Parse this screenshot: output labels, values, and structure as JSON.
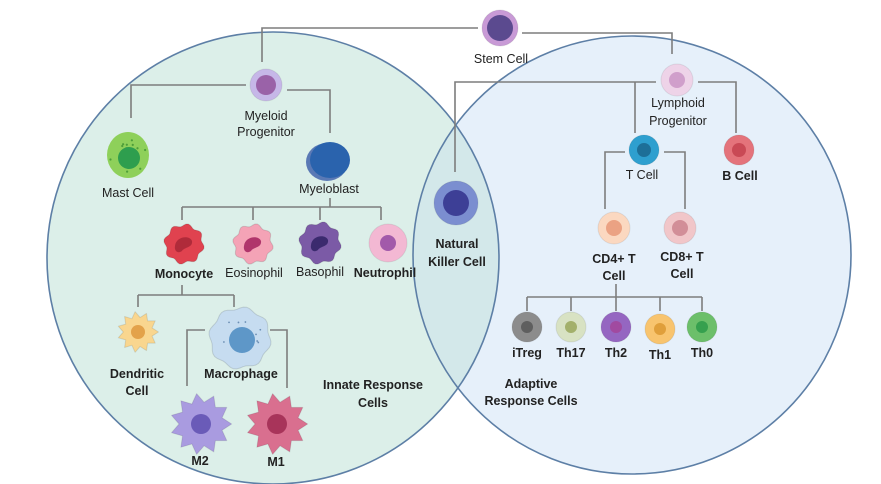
{
  "diagram": {
    "regions": {
      "innate": {
        "label_line1": "Innate Response",
        "label_line2": "Cells",
        "fill": "#dcefe9",
        "stroke": "#5d7fa6"
      },
      "adaptive": {
        "label_line1": "Adaptive",
        "label_line2": "Response Cells",
        "fill": "#e6f0fa",
        "stroke": "#5d7fa6"
      },
      "overlap_fill": "#d3e8ea"
    },
    "cells": {
      "stem": {
        "label": "Stem Cell",
        "outer": "#c89ad6",
        "inner": "#5b4a8f"
      },
      "myeloid_progenitor": {
        "label1": "Myeloid",
        "label2": "Progenitor",
        "outer": "#c6b7e8",
        "inner": "#9a62a8"
      },
      "lymphoid_progenitor": {
        "label1": "Lymphoid",
        "label2": "Progenitor",
        "outer": "#eed3e8",
        "inner": "#d09fcb"
      },
      "mast": {
        "label": "Mast Cell",
        "outer": "#8ed05a",
        "inner": "#2e9e4e"
      },
      "myeloblast": {
        "label": "Myeloblast",
        "outer": "#5a79b5",
        "inner": "#2a63ad"
      },
      "monocyte": {
        "label": "Monocyte",
        "outer": "#e0424f",
        "inner": "#b02b3a"
      },
      "eosinophil": {
        "label": "Eosinophil",
        "outer": "#f4a3b6",
        "inner": "#b0356b"
      },
      "basophil": {
        "label": "Basophil",
        "outer": "#7b5aa6",
        "inner": "#3b2a6e"
      },
      "neutrophil": {
        "label": "Neutrophil",
        "outer": "#f3b8d3",
        "inner": "#a25aaa"
      },
      "dendritic": {
        "label1": "Dendritic",
        "label2": "Cell",
        "outer": "#f9d68f",
        "inner": "#e3a24a"
      },
      "macrophage": {
        "label": "Macrophage",
        "outer": "#c6dcf0",
        "inner": "#5e97c8"
      },
      "m2": {
        "label": "M2",
        "outer": "#a99be0",
        "inner": "#6a5bb8"
      },
      "m1": {
        "label": "M1",
        "outer": "#d96f8f",
        "inner": "#a8345a"
      },
      "nk": {
        "label1": "Natural",
        "label2": "Killer Cell",
        "outer": "#7b8ed0",
        "inner": "#3d3f96"
      },
      "t_cell": {
        "label": "T Cell",
        "outer": "#2e9fcf",
        "inner": "#1d6f98"
      },
      "b_cell": {
        "label": "B Cell",
        "outer": "#e4737b",
        "inner": "#c94955"
      },
      "cd4": {
        "label1": "CD4+ T",
        "label2": "Cell",
        "outer": "#fbd8c0",
        "inner": "#eba283"
      },
      "cd8": {
        "label1": "CD8+ T",
        "label2": "Cell",
        "outer": "#f1c6c9",
        "inner": "#d28e98"
      },
      "itreg": {
        "label": "iTreg",
        "outer": "#8c8c8c",
        "inner": "#5f5f5f"
      },
      "th17": {
        "label": "Th17",
        "outer": "#d8e2c3",
        "inner": "#a3b06b"
      },
      "th2": {
        "label": "Th2",
        "outer": "#9566c1",
        "inner": "#a14aa0"
      },
      "th1": {
        "label": "Th1",
        "outer": "#f8c46e",
        "inner": "#e09f3a"
      },
      "th0": {
        "label": "Th0",
        "outer": "#6cbf6a",
        "inner": "#36a04e"
      }
    }
  }
}
